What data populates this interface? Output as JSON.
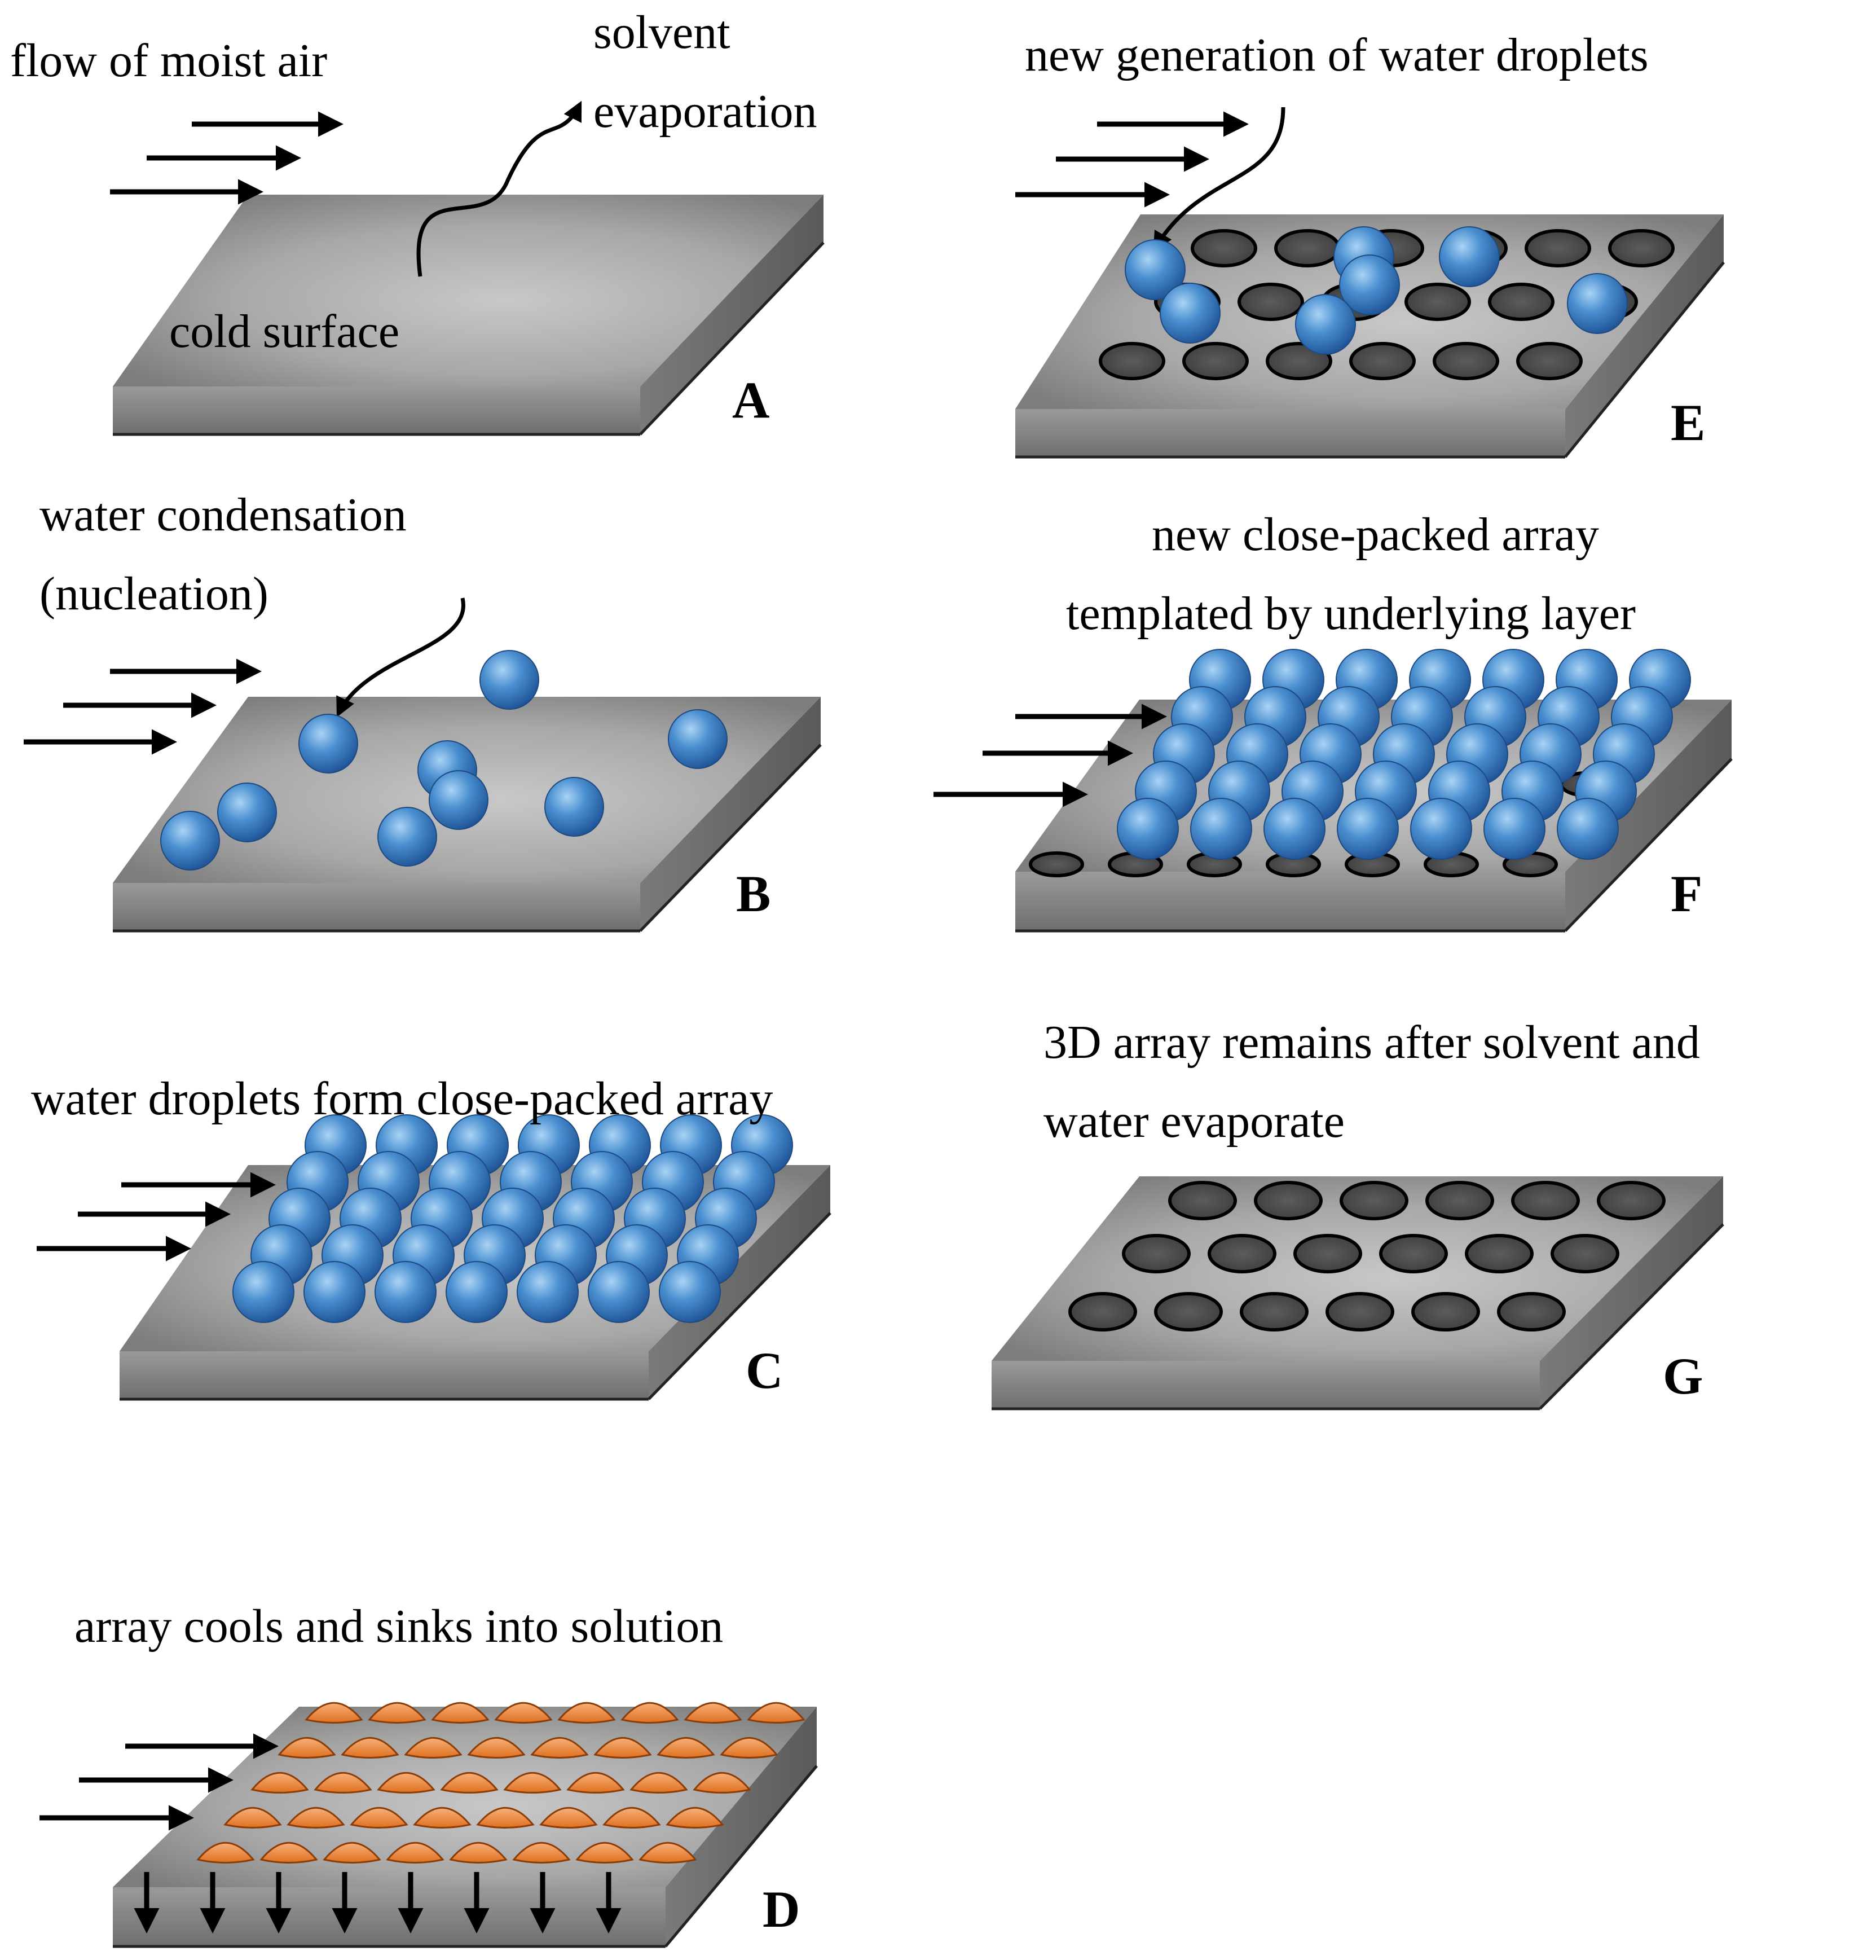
{
  "panels": {
    "A": {
      "id": "A",
      "caption_1": "flow of moist air",
      "caption_2": "solvent",
      "caption_3": "evaporation",
      "surface_label": "cold surface"
    },
    "B": {
      "id": "B",
      "caption_1": "water condensation",
      "caption_2": "(nucleation)"
    },
    "C": {
      "id": "C",
      "caption_1": "water droplets form close-packed array"
    },
    "D": {
      "id": "D",
      "caption_1": "array cools and sinks into solution"
    },
    "E": {
      "id": "E",
      "caption_1": "new generation of water droplets"
    },
    "F": {
      "id": "F",
      "caption_1": "new close-packed array",
      "caption_2": "templated by underlying layer"
    },
    "G": {
      "id": "G",
      "caption_1": "3D array remains after solvent and",
      "caption_2": "water evaporate"
    }
  },
  "colors": {
    "plate_light": "#bdbdbd",
    "plate_dark": "#7a7a7a",
    "plate_side": "#8a8a8a",
    "droplet": "#3d7fc6",
    "droplet_highlight": "#8fc1ee",
    "droplet_shade": "#1f4f8a",
    "sunk_droplet": "#ec8a3e",
    "pore": "#4f4f4f"
  }
}
